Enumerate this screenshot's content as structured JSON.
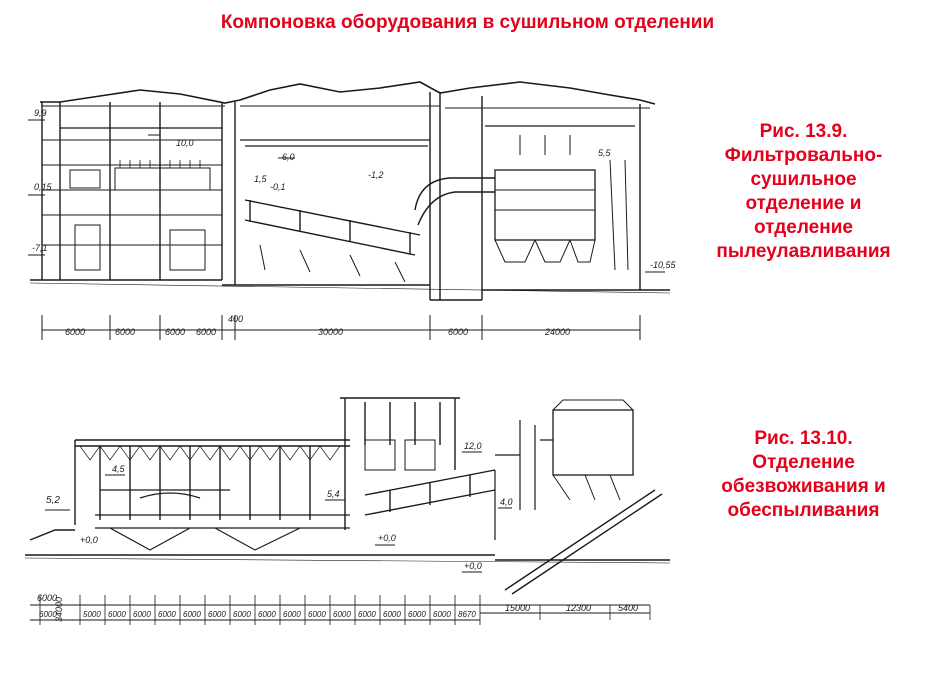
{
  "title": "Компоновка оборудования в сушильном отделении",
  "figure1": {
    "caption_lines": [
      "Рис. 13.9.",
      "Фильтровально-",
      "сушильное",
      "отделение и",
      "отделение",
      "пылеулавливания"
    ],
    "elevations": [
      "9,9",
      "0,15",
      "-7,1",
      "10,0",
      "6,0",
      "1,5",
      "-0,1",
      "-1,2",
      "5,5",
      "-10,55"
    ],
    "dimensions": [
      "6000",
      "6000",
      "6000",
      "6000",
      "400",
      "30000",
      "6000",
      "24000"
    ]
  },
  "figure2": {
    "caption_lines": [
      "Рис. 13.10.",
      "Отделение",
      "обезвоживания и",
      "обеспыливания"
    ],
    "elevations": [
      "5,2",
      "4,5",
      "+0,0",
      "5,4",
      "12,0",
      "+0,0",
      "4,0",
      "+0,0"
    ],
    "dimensions_top": [
      "6000",
      "34000"
    ],
    "dimensions": [
      "6000",
      "5000",
      "6000",
      "6000",
      "6000",
      "6000",
      "6000",
      "6000",
      "6000",
      "6000",
      "6000",
      "6000",
      "6000",
      "6000",
      "6000",
      "6000",
      "8670",
      "15000",
      "12300",
      "5400"
    ]
  }
}
